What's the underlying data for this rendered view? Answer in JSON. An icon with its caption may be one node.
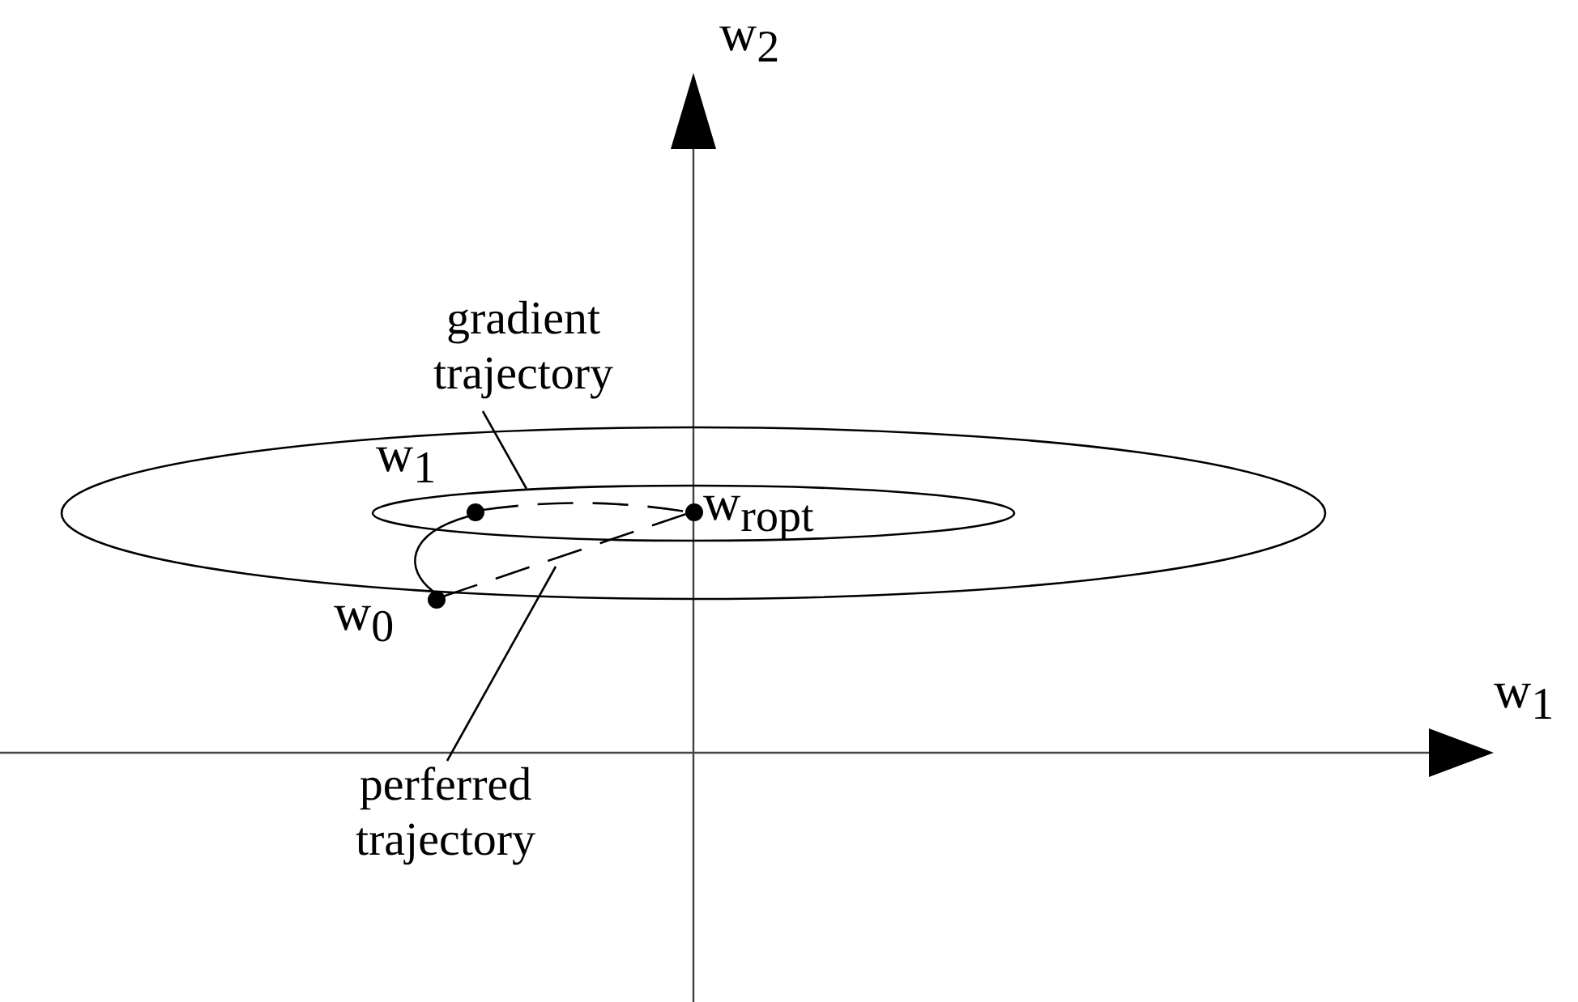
{
  "diagram": {
    "nodes": [
      {
        "text": [
          "gradient trajectory"
        ]
      },
      {
        "text": [
          "perferred trajectory"
        ]
      },
      {
        "text": [],
        "shape": "circle",
        "beside": [
          "w$_{0}$"
        ]
      },
      {
        "text": [],
        "shape": "circle",
        "beside": [
          "w$_{1}$"
        ]
      },
      {
        "text": [],
        "shape": "circle",
        "beside": [
          "w$_{r}$$_{opt}$"
        ]
      }
    ],
    "edges": [
      {
        "from": 2,
        "to": 3,
        "arrow": "none"
      },
      {
        "from": 3,
        "to": 4,
        "arrow": "none",
        "style": "dashed"
      },
      {
        "from": 2,
        "to": 4,
        "arrow": "none",
        "style": "dashed"
      },
      {
        "from": 0,
        "to": null,
        "arrow": "none"
      },
      {
        "from": 1,
        "to": null,
        "arrow": "none"
      }
    ],
    "labels": [
      "w$_{2}$",
      "w$_{1}$"
    ]
  }
}
